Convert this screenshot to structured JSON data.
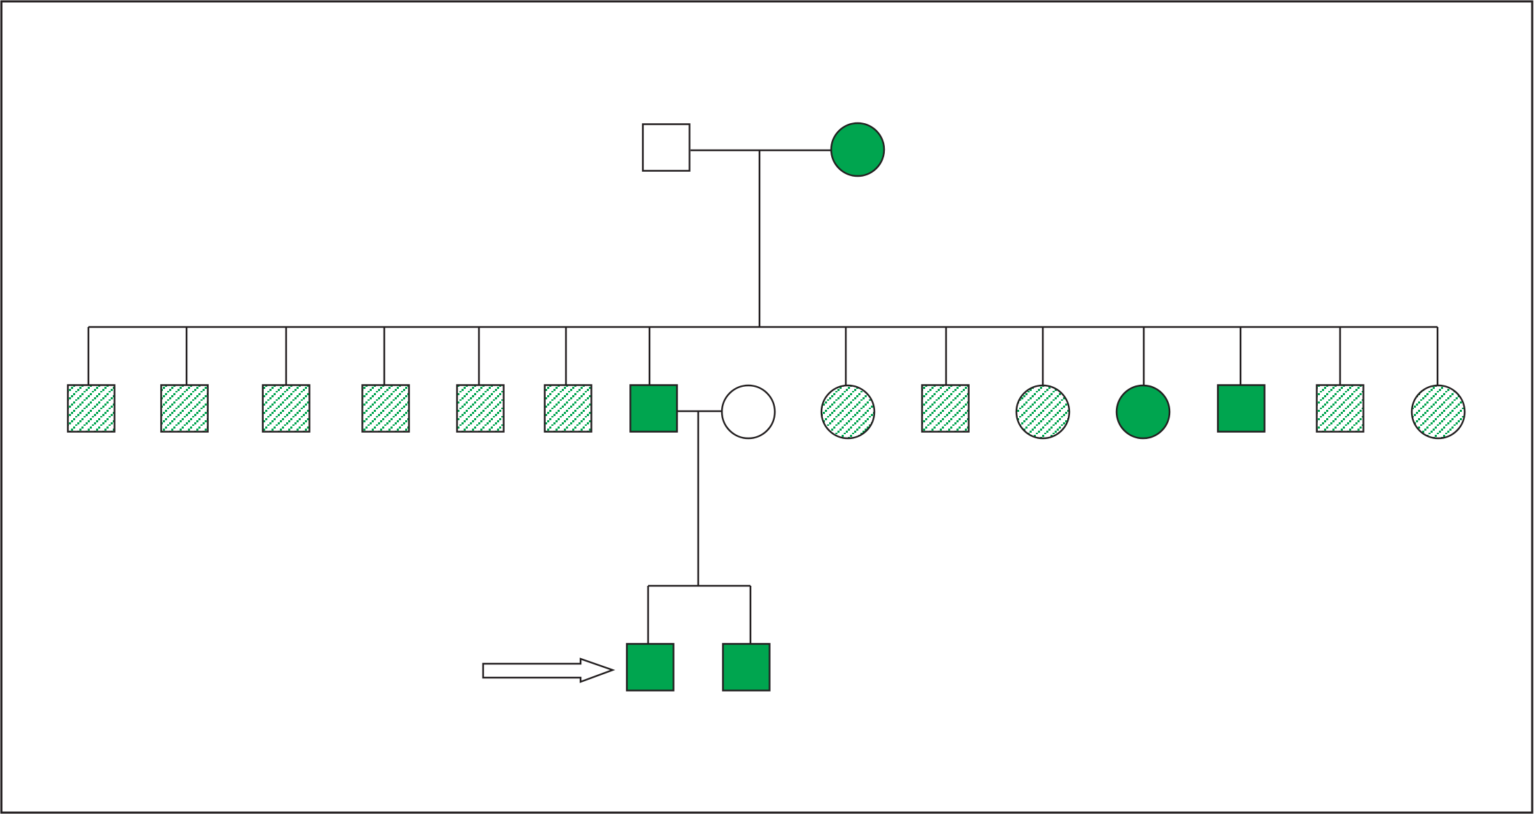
{
  "colors": {
    "affected": "#00a54f",
    "outline": "#231f20",
    "unaffected": "#ffffff",
    "background": "#ffffff"
  },
  "legend_marker": "proband-arrow-icon",
  "pedigree": {
    "generations": [
      {
        "id": "I",
        "members": [
          {
            "id": "I-1",
            "sex": "male",
            "status": "unaffected"
          },
          {
            "id": "I-2",
            "sex": "female",
            "status": "affected"
          }
        ]
      },
      {
        "id": "II",
        "members": [
          {
            "id": "II-1",
            "sex": "male",
            "status": "carrier"
          },
          {
            "id": "II-2",
            "sex": "male",
            "status": "carrier"
          },
          {
            "id": "II-3",
            "sex": "male",
            "status": "carrier"
          },
          {
            "id": "II-4",
            "sex": "male",
            "status": "carrier"
          },
          {
            "id": "II-5",
            "sex": "male",
            "status": "carrier"
          },
          {
            "id": "II-6",
            "sex": "male",
            "status": "carrier"
          },
          {
            "id": "II-7",
            "sex": "male",
            "status": "affected"
          },
          {
            "id": "II-7-spouse",
            "sex": "female",
            "status": "unaffected"
          },
          {
            "id": "II-8",
            "sex": "female",
            "status": "carrier"
          },
          {
            "id": "II-9",
            "sex": "male",
            "status": "carrier"
          },
          {
            "id": "II-10",
            "sex": "female",
            "status": "carrier"
          },
          {
            "id": "II-11",
            "sex": "female",
            "status": "affected"
          },
          {
            "id": "II-12",
            "sex": "male",
            "status": "affected"
          },
          {
            "id": "II-13",
            "sex": "male",
            "status": "carrier"
          },
          {
            "id": "II-14",
            "sex": "female",
            "status": "carrier"
          }
        ]
      },
      {
        "id": "III",
        "members": [
          {
            "id": "III-1",
            "sex": "male",
            "status": "affected",
            "proband": true
          },
          {
            "id": "III-2",
            "sex": "male",
            "status": "affected"
          }
        ]
      }
    ]
  }
}
